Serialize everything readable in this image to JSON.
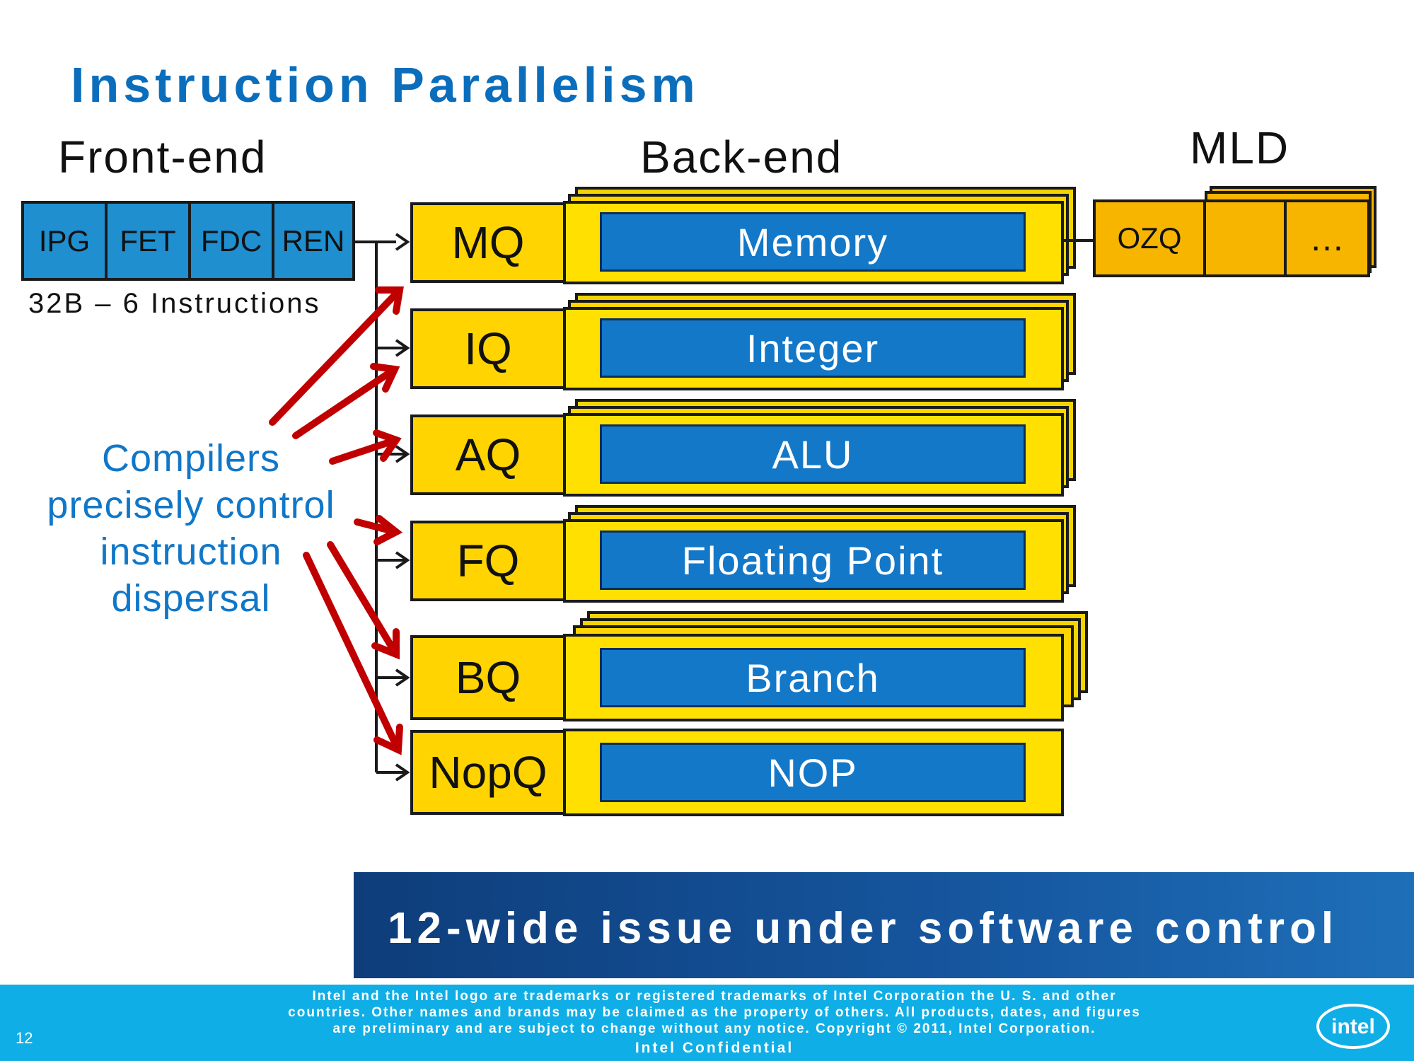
{
  "title": "Instruction Parallelism",
  "sections": {
    "front_end": "Front-end",
    "back_end": "Back-end",
    "mld": "MLD"
  },
  "front_end": {
    "stages": [
      "IPG",
      "FET",
      "FDC",
      "REN"
    ],
    "caption": "32B – 6 Instructions"
  },
  "back_end": {
    "rows": [
      {
        "queue": "MQ",
        "unit": "Memory"
      },
      {
        "queue": "IQ",
        "unit": "Integer"
      },
      {
        "queue": "AQ",
        "unit": "ALU"
      },
      {
        "queue": "FQ",
        "unit": "Floating Point"
      },
      {
        "queue": "BQ",
        "unit": "Branch"
      },
      {
        "queue": "NopQ",
        "unit": "NOP"
      }
    ]
  },
  "mld": {
    "boxes": [
      "OZQ",
      "",
      "…"
    ]
  },
  "compilers": {
    "lines": [
      "Compilers",
      "precisely control",
      "instruction",
      "dispersal"
    ]
  },
  "banner": "12-wide issue under software control",
  "footer": {
    "legal_lines": [
      "Intel and the Intel logo are trademarks or registered trademarks of Intel Corporation the U. S. and other",
      "countries.  Other names and brands may be claimed as the property of others.  All products, dates, and figures",
      "are preliminary and are subject to change without any notice.  Copyright © 2011, Intel Corporation."
    ],
    "confidential": "Intel Confidential",
    "page_number": "12",
    "logo_text": "intel"
  },
  "colors": {
    "title": "#0a6ebd",
    "queue_fill": "#ffd400",
    "unit_fill": "#1478c8",
    "front_end_fill": "#1f8fd0",
    "arrow_red": "#c00000",
    "banner": "#1657a0",
    "footer": "#10aee6"
  }
}
